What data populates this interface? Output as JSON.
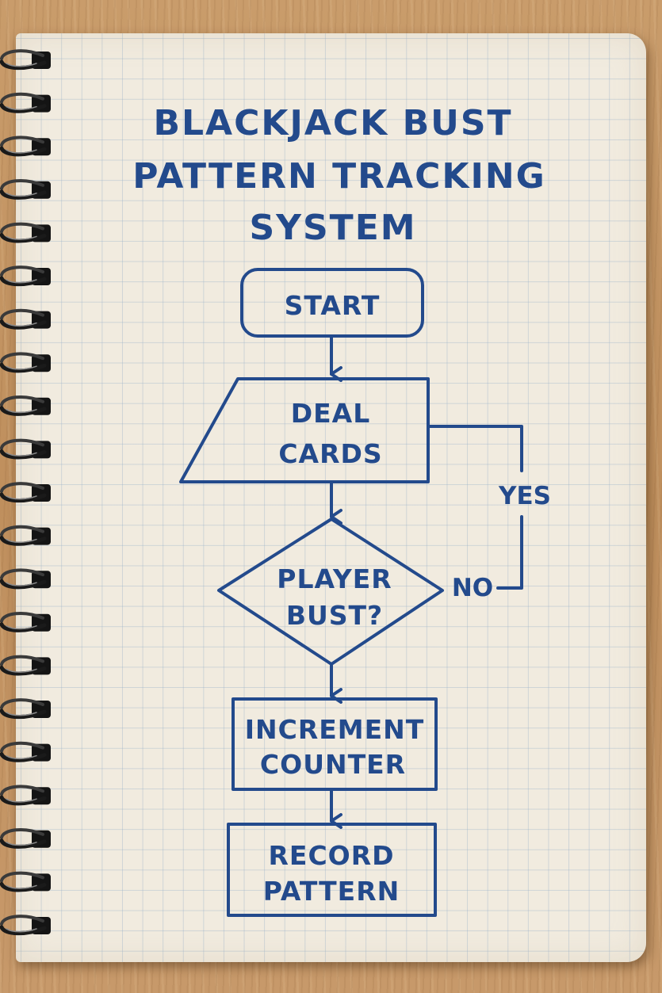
{
  "title": {
    "lines": [
      "BLACKJACK BUST",
      "PATTERN TRACKING",
      "SYSTEM"
    ]
  },
  "nodes": {
    "start": {
      "shape": "rounded-rect",
      "lines": [
        "START"
      ]
    },
    "deal_cards": {
      "shape": "parallelogram",
      "lines": [
        "DEAL",
        "CARDS"
      ]
    },
    "player_bust": {
      "shape": "diamond",
      "lines": [
        "PLAYER",
        "BUST?"
      ]
    },
    "increment_counter": {
      "shape": "rectangle",
      "lines": [
        "INCREMENT",
        "COUNTER"
      ]
    },
    "record_pattern": {
      "shape": "rectangle",
      "lines": [
        "RECORD",
        "PATTERN"
      ]
    }
  },
  "edges": [
    {
      "from": "start",
      "to": "deal_cards",
      "label": ""
    },
    {
      "from": "deal_cards",
      "to": "player_bust",
      "label": ""
    },
    {
      "from": "player_bust",
      "to": "deal_cards",
      "label": "NO"
    },
    {
      "from": "player_bust",
      "to": "increment_counter",
      "label": ""
    },
    {
      "from": "increment_counter",
      "to": "record_pattern",
      "label": ""
    }
  ],
  "loop_labels": {
    "yes": "YES",
    "no": "NO"
  },
  "colors": {
    "ink": "#234a8c",
    "paper": "#f1ebdf",
    "grid": "#96afc8",
    "desk": "#c89a68"
  }
}
